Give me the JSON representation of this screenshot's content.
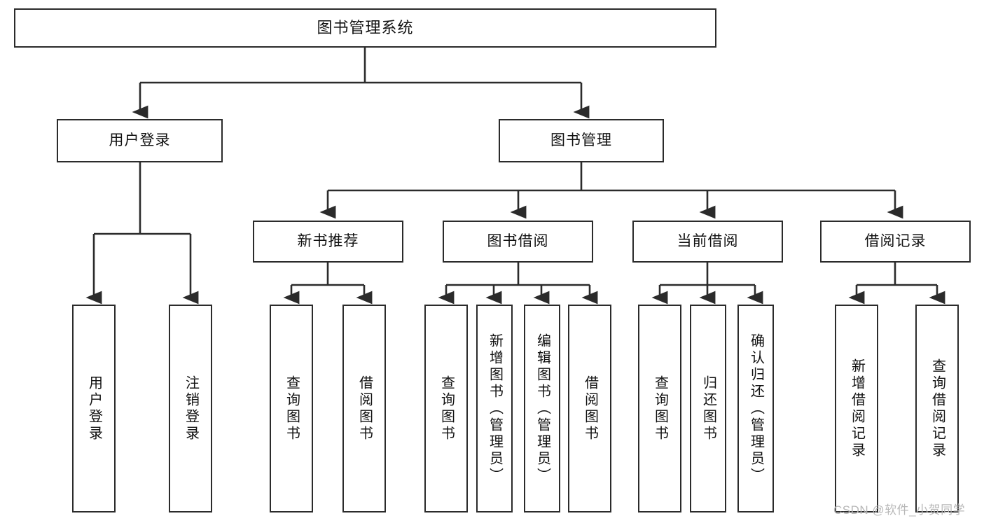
{
  "diagram": {
    "type": "tree-hierarchy",
    "title": "图书管理系统",
    "background": "#ffffff",
    "line_color": "#2b2b2b",
    "box_border_color": "#2b2b2b",
    "text_color": "#111111",
    "watermark_color": "#b8b8b8"
  },
  "watermark": {
    "text": "CSDN @软件_小贺同学"
  },
  "nodes": {
    "root": {
      "label": "图书管理系统"
    },
    "level2": [
      {
        "id": "user-login",
        "label": "用户登录"
      },
      {
        "id": "book-manage",
        "label": "图书管理"
      }
    ],
    "level3": [
      {
        "id": "new-book-recommend",
        "label": "新书推荐"
      },
      {
        "id": "book-borrow",
        "label": "图书借阅"
      },
      {
        "id": "current-borrow",
        "label": "当前借阅"
      },
      {
        "id": "borrow-record",
        "label": "借阅记录"
      }
    ],
    "leaves": [
      {
        "id": "leaf-user-login",
        "label": "用户登录",
        "parent": "user-login"
      },
      {
        "id": "leaf-logout-login",
        "label": "注销登录",
        "parent": "user-login"
      },
      {
        "id": "leaf-query-book-1",
        "label": "查询图书",
        "parent": "new-book-recommend"
      },
      {
        "id": "leaf-borrow-book-1",
        "label": "借阅图书",
        "parent": "new-book-recommend"
      },
      {
        "id": "leaf-query-book-2",
        "label": "查询图书",
        "parent": "book-borrow"
      },
      {
        "id": "leaf-add-book",
        "label": "新增图书（管理员）",
        "parent": "book-borrow"
      },
      {
        "id": "leaf-edit-book",
        "label": "编辑图书（管理员）",
        "parent": "book-borrow"
      },
      {
        "id": "leaf-borrow-book-2",
        "label": "借阅图书",
        "parent": "book-borrow"
      },
      {
        "id": "leaf-query-book-3",
        "label": "查询图书",
        "parent": "current-borrow"
      },
      {
        "id": "leaf-return-book",
        "label": "归还图书",
        "parent": "current-borrow"
      },
      {
        "id": "leaf-confirm-return",
        "label": "确认归还（管理员）",
        "parent": "current-borrow"
      },
      {
        "id": "leaf-add-record",
        "label": "新增借阅记录",
        "parent": "borrow-record"
      },
      {
        "id": "leaf-query-record",
        "label": "查询借阅记录",
        "parent": "borrow-record"
      }
    ]
  }
}
